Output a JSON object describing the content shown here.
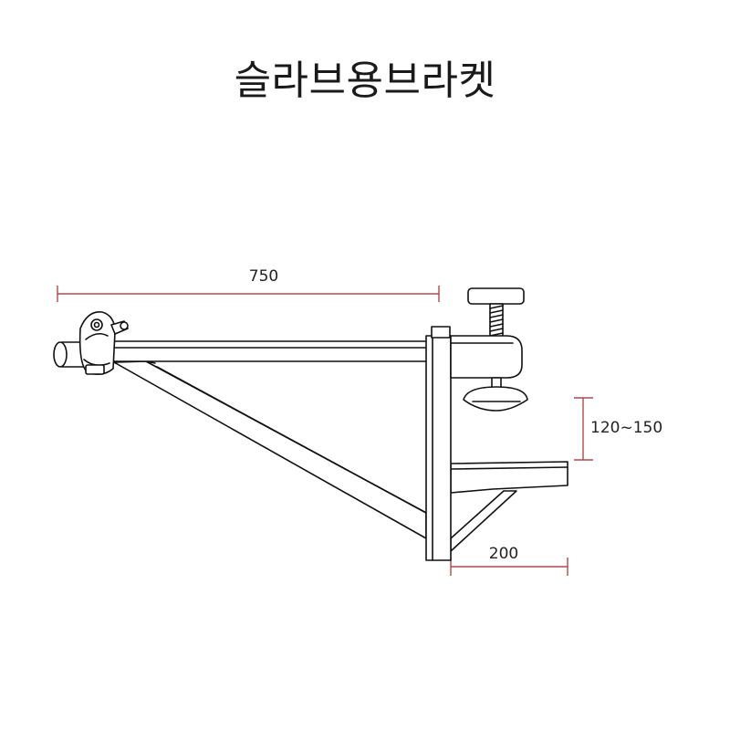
{
  "title": "슬라브용브라켓",
  "dimensions": {
    "arm_length": "750",
    "step_length": "200",
    "clamp_range": "120~150"
  },
  "colors": {
    "dimension_line": "#b5464b",
    "outline": "#111111",
    "text": "#1a1a1a"
  }
}
